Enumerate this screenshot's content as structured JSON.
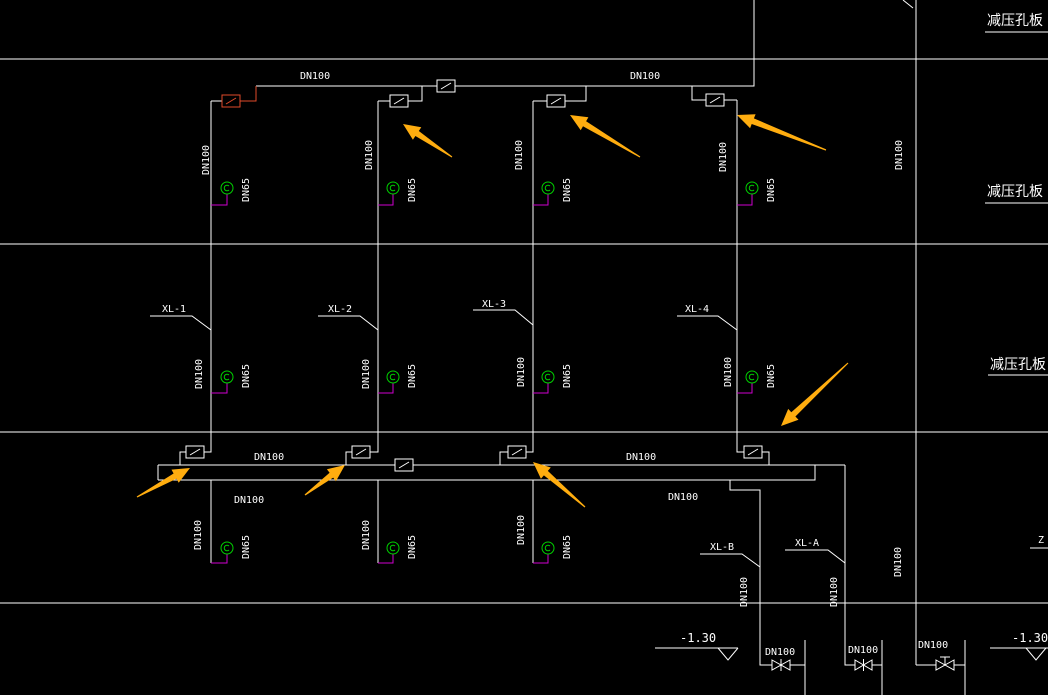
{
  "drawing": {
    "top_main": {
      "left_size": "DN100",
      "right_size": "DN100"
    },
    "bottom_main": {
      "upper_left_size": "DN100",
      "upper_right_size": "DN100",
      "lower_left_size": "DN100",
      "lower_right_size": "DN100"
    },
    "risers": [
      {
        "tag": "XL-1",
        "pipe_sizes": [
          "DN100",
          "DN100",
          "DN100"
        ],
        "hydrant_branch_sizes": [
          "DN65",
          "DN65",
          "DN65"
        ]
      },
      {
        "tag": "XL-2",
        "pipe_sizes": [
          "DN100",
          "DN100",
          "DN100"
        ],
        "hydrant_branch_sizes": [
          "DN65",
          "DN65",
          "DN65"
        ]
      },
      {
        "tag": "XL-3",
        "pipe_sizes": [
          "DN100",
          "DN100",
          "DN100"
        ],
        "hydrant_branch_sizes": [
          "DN65",
          "DN65",
          "DN65"
        ]
      },
      {
        "tag": "XL-4",
        "pipe_sizes": [
          "DN100",
          "DN100"
        ],
        "hydrant_branch_sizes": [
          "DN65",
          "DN65"
        ]
      }
    ],
    "incoming": [
      {
        "tag": "XL-B",
        "pipe_size": "DN100",
        "valve_size": "DN100"
      },
      {
        "tag": "XL-A",
        "pipe_size": "DN100",
        "valve_size": "DN100"
      }
    ],
    "right_riser": {
      "pipe_sizes": [
        "DN100",
        "DN100"
      ],
      "valve_size": "DN100"
    },
    "elevations": [
      "-1.30",
      "-1.30"
    ],
    "notes": [
      "减压孔板",
      "减压孔板",
      "减压孔板"
    ],
    "edge_tag": "Z",
    "symbols": [
      "gate-valve-icon",
      "butterfly-valve-icon",
      "fire-hydrant-icon",
      "annotation-arrow-icon"
    ]
  },
  "colors": {
    "background": "#000000",
    "line": "#ffffff",
    "highlight_valve": "#e04a2a",
    "hydrant": "#00d000",
    "hydrant_branch": "#d000d0",
    "annotation_arrow": "#ffad0f"
  }
}
